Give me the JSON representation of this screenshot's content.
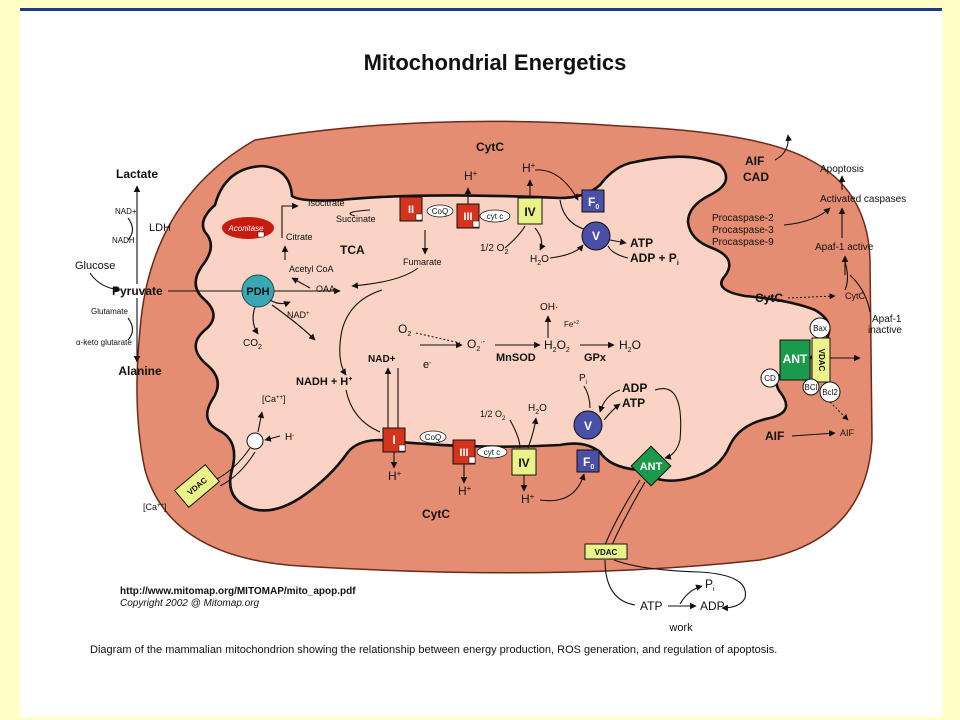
{
  "title": "Mitochondrial Energetics",
  "caption": "Diagram of the mammalian mitochondrion showing the relationship between energy production, ROS generation, and regulation of apoptosis.",
  "source": {
    "url": "http://www.mitomap.org/MITOMAP/mito_apop.pdf",
    "copyright": "Copyright 2002 @ Mitomap.org"
  },
  "colors": {
    "outer": "#e58d72",
    "inner": "#fad3c4",
    "complex_red": "#d4341c",
    "complex_yellow": "#eaf28a",
    "complex_purple": "#4a50a8",
    "ant_green": "#1a9a4a",
    "pdh_teal": "#3aa8b4",
    "aconitase": "#c81a10",
    "background": "#ffffc8"
  },
  "labels": {
    "cytc_top": "CytC",
    "cytc_bottom": "CytC",
    "lactate": "Lactate",
    "ldh": "LDH",
    "nad_plus": "NAD+",
    "nadh": "NADH",
    "glucose": "Glucose",
    "pyruvate": "Pyruvate",
    "glutamate": "Glutamate",
    "akg": "α-keto glutarate",
    "alanine": "Alanine",
    "aconitase": "Aconitase",
    "isocitrate": "Isocitrate",
    "citrate": "Citrate",
    "succinate": "Succinate",
    "tca": "TCA",
    "fumarate": "Fumarate",
    "acetyl_coa": "Acetyl CoA",
    "oaa": "OAA",
    "pdh": "PDH",
    "co2": "CO",
    "co2_sub": "2",
    "nad_pdh": "NAD",
    "nad_pdh_sup": "+",
    "ii": "II",
    "iii": "III",
    "iv": "IV",
    "coq": "CoQ",
    "cytc_small": "cyt c",
    "f0": "F",
    "f0_sub": "0",
    "v": "V",
    "h_plus": "H",
    "h_plus_sup": "+",
    "half_o2": "1/2 O",
    "half_o2_sub": "2",
    "h2o": "H",
    "h2o_sub": "2",
    "h2o_o": "O",
    "atp": "ATP",
    "adp_pi": "ADP + P",
    "adp_pi_sub": "i",
    "o2": "O",
    "o2_sub": "2",
    "o2_rad": "O",
    "o2_rad_sub": "2",
    "o2_rad_sup": "·-",
    "e_minus": "e",
    "e_minus_sup": "-",
    "oh": "OH·",
    "fe": "Fe",
    "fe_sup": "+2",
    "mnsod": "MnSOD",
    "h2o2": "H",
    "h2o2_a": "2",
    "h2o2_b": "O",
    "h2o2_c": "2",
    "gpx": "GPx",
    "h2o_final": "H",
    "h2o_final_sub": "2",
    "h2o_final_o": "O",
    "nad_plus_mid": "NAD+",
    "nadh_h": "NADH + H",
    "nadh_h_sup": "+",
    "i": "I",
    "ca_in": "[Ca",
    "ca_in_sup": "++",
    "ca_in_end": "]",
    "h_minus": "H",
    "h_minus_sup": "-",
    "vdac": "VDAC",
    "ca_out": "[Ca",
    "ca_out_sup": "++",
    "ca_out_end": "]",
    "pi": "P",
    "pi_sub": "i",
    "adp": "ADP",
    "atp2": "ATP",
    "ant": "ANT",
    "aif": "AIF",
    "cad": "CAD",
    "apoptosis": "Apoptosis",
    "activated_caspases": "Activated caspases",
    "procaspase2": "Procaspase-2",
    "procaspase3": "Procaspase-3",
    "procaspase9": "Procaspase-9",
    "apaf_active": "Apaf-1 active",
    "apaf_inactive_1": "Apaf-1",
    "apaf_inactive_2": "inactive",
    "cytc_right": "CytC",
    "cytc_right_small": "CytC",
    "bax": "Bax",
    "vdac_v": "VDAC",
    "cd": "CD",
    "bcl": "BCl",
    "bcl2": "Bcl2",
    "aif_bottom": "AIF",
    "aif_small": "AIF",
    "atp_work": "ATP",
    "adp_work": "ADP",
    "pi_work": "P",
    "pi_work_sub": "i",
    "work": "work"
  }
}
